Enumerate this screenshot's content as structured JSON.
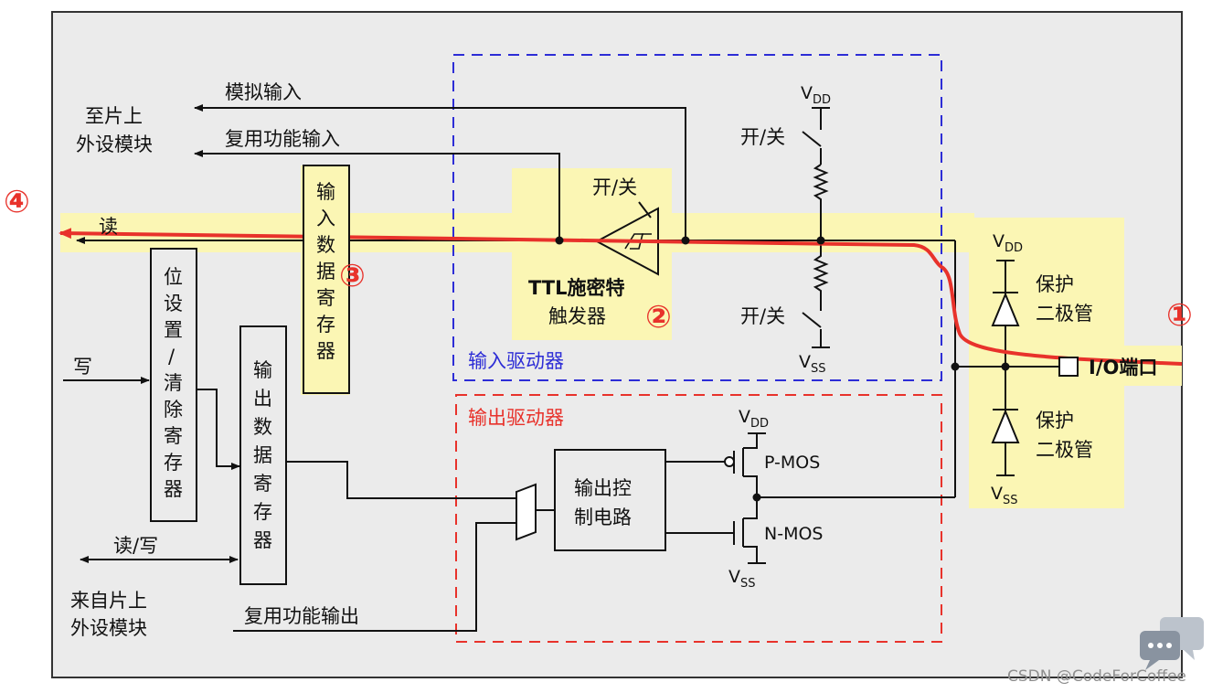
{
  "markers": {
    "m1": "①",
    "m2": "②",
    "m3": "③",
    "m4": "④"
  },
  "labels": {
    "to_peripheral_1": "至片上",
    "to_peripheral_2": "外设模块",
    "analog_input": "模拟输入",
    "alt_func_input": "复用功能输入",
    "read": "读",
    "write": "写",
    "read_write": "读/写",
    "from_peripheral_1": "来自片上",
    "from_peripheral_2": "外设模块",
    "alt_func_output": "复用功能输出",
    "input_data_reg": [
      "输",
      "入",
      "数",
      "据",
      "寄",
      "存",
      "器"
    ],
    "bit_set_reset_reg": [
      "位",
      "设",
      "置",
      "/",
      "清",
      "除",
      "寄",
      "存",
      "器"
    ],
    "output_data_reg": [
      "输",
      "出",
      "数",
      "据",
      "寄",
      "存",
      "器"
    ],
    "on_off": "开/关",
    "ttl_schmitt_1": "TTL施密特",
    "ttl_schmitt_2": "触发器",
    "input_driver": "输入驱动器",
    "output_driver": "输出驱动器",
    "output_control_1": "输出控",
    "output_control_2": "制电路",
    "p_mos": "P-MOS",
    "n_mos": "N-MOS",
    "vdd": "V",
    "vdd_sub": "DD",
    "vss": "V",
    "vss_sub": "SS",
    "protect_diode_1": "保护",
    "protect_diode_2": "二极管",
    "io_port": "I/O端口"
  },
  "watermark": "CSDN @CodeForCoffee",
  "colors": {
    "highlight": "#fbf6b4",
    "frame_bg": "#ebebeb",
    "signal_path": "#e8322b",
    "input_driver_border": "#2d2dd6",
    "output_driver_border": "#e8322b"
  },
  "icons": {
    "chat": "chat-bubbles-icon"
  }
}
